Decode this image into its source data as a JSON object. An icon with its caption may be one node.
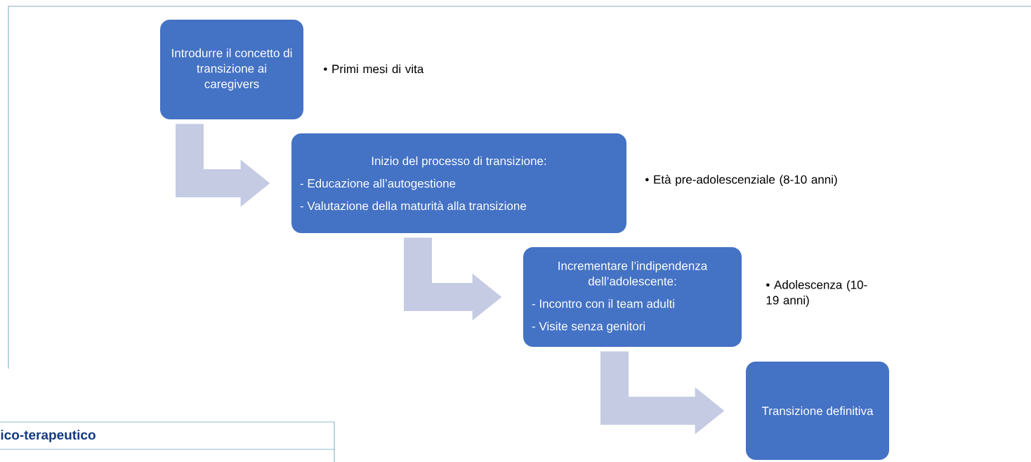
{
  "diagram": {
    "nodes": [
      {
        "text": [
          "Introdurre il concetto di transizione ai caregivers"
        ],
        "beside": [
          "• Primi mesi di vita"
        ]
      },
      {
        "text": [
          "Inizio del processo di transizione:",
          "- Educazione all’autogestione",
          "- Valutazione della maturità alla transizione"
        ],
        "beside": [
          "• Età pre-adolescenziale (8-10 anni)"
        ]
      },
      {
        "text": [
          "Incrementare l’indipendenza dell’adolescente:",
          "- Incontro con il team adulti",
          "- Visite senza genitori"
        ],
        "beside": [
          "• Adolescenza (10-19 anni)"
        ]
      },
      {
        "text": [
          "Transizione definitiva"
        ]
      }
    ],
    "edges": [
      {
        "from": 0,
        "to": 1,
        "arrow": "to"
      },
      {
        "from": 1,
        "to": 2,
        "arrow": "to"
      },
      {
        "from": 2,
        "to": 3,
        "arrow": "to"
      }
    ],
    "labels": [
      "ico-terapeutico"
    ]
  }
}
